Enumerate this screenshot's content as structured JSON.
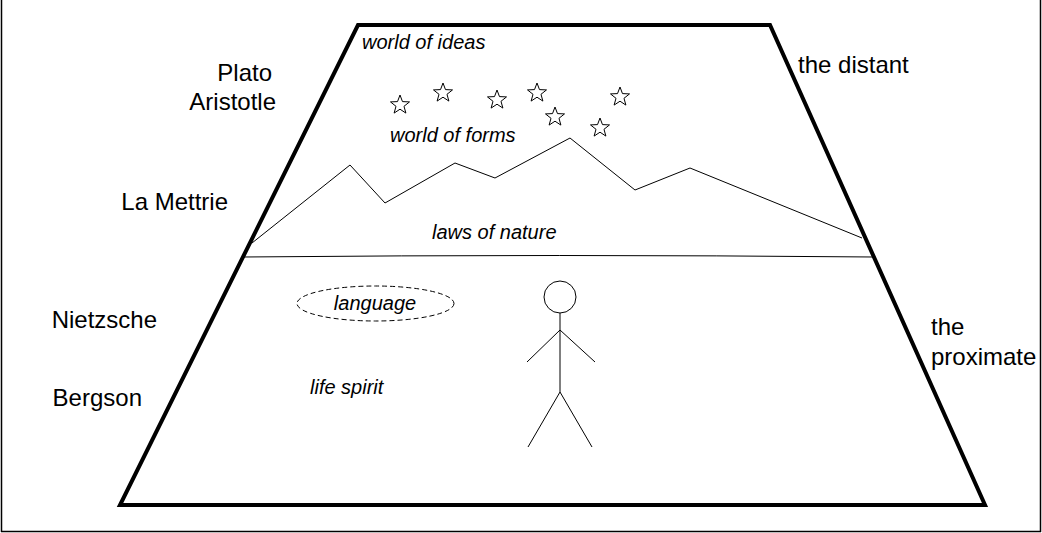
{
  "diagram": {
    "nodes": [
      {
        "text": [
          "world of ideas",
          "world of forms",
          "laws of nature",
          "life spirit"
        ]
      },
      {
        "text": [
          "language"
        ],
        "in": 0
      }
    ],
    "labels": [
      "Plato",
      "the distant",
      "Aristotle",
      "La Mettrie",
      "Nietzsche",
      "the proximate",
      "Bergson"
    ]
  }
}
